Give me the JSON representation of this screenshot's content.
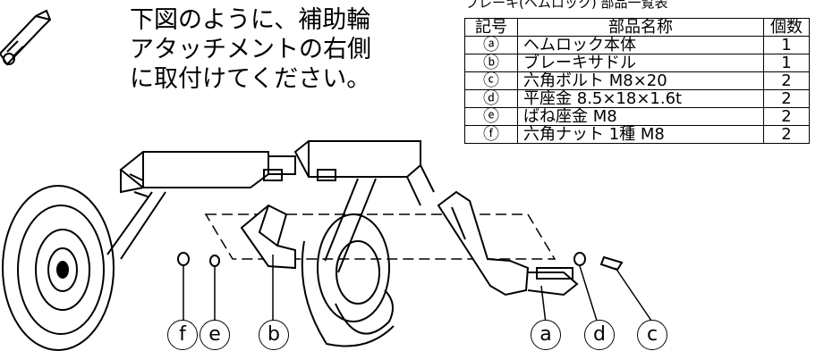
{
  "instruction": {
    "lines": [
      "下図のように、補助輪",
      "アタッチメントの右側",
      "に取付けてください。"
    ]
  },
  "table": {
    "caption": "ブレーキ(ヘムロック) 部品一覧表",
    "headers": [
      "記号",
      "部品名称",
      "個数"
    ],
    "rows": [
      {
        "symbol": "ⓐ",
        "name": "ヘムロック本体",
        "qty": "1"
      },
      {
        "symbol": "ⓑ",
        "name": "ブレーキサドル",
        "qty": "1"
      },
      {
        "symbol": "ⓒ",
        "name": "六角ボルト M8×20",
        "qty": "2"
      },
      {
        "symbol": "ⓓ",
        "name": "平座金 8.5×18×1.6t",
        "qty": "2"
      },
      {
        "symbol": "ⓔ",
        "name": "ばね座金 M8",
        "qty": "2"
      },
      {
        "symbol": "ⓕ",
        "name": "六角ナット 1種 M8",
        "qty": "2"
      }
    ]
  },
  "callouts": [
    "f",
    "e",
    "b",
    "a",
    "d",
    "c"
  ]
}
